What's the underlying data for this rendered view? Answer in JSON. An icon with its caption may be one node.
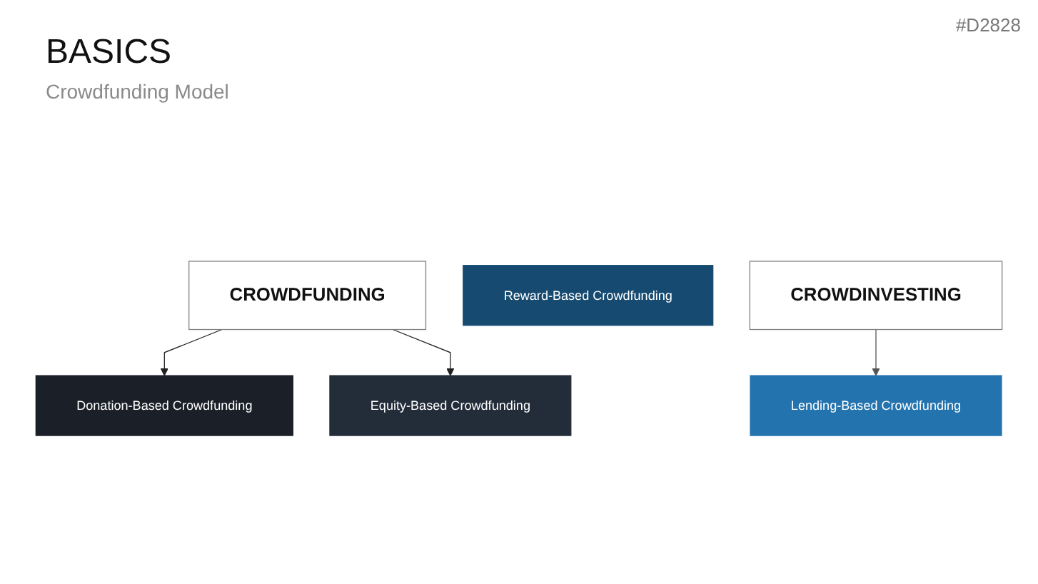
{
  "diagram": {
    "title": "BASICS",
    "nodes": [
      {
        "text": [
          "CROWDFUNDING"
        ]
      },
      {
        "text": [
          "Donation-Based Crowdfunding"
        ]
      },
      {
        "text": [
          "Equity-Based Crowdfunding"
        ]
      },
      {
        "text": [
          "Reward-Based Crowdfunding"
        ]
      },
      {
        "text": [
          "Lending-Based Crowdfunding"
        ]
      },
      {
        "text": [
          "CROWDINVESTING"
        ]
      }
    ],
    "edges": [
      {
        "from": 0,
        "to": 1,
        "arrow": "to"
      },
      {
        "from": 0,
        "to": 2,
        "arrow": "to"
      },
      {
        "from": 5,
        "to": 4,
        "arrow": "to",
        "color": "#555555"
      }
    ],
    "labels": [
      "#D2828",
      "Crowdfunding Model"
    ]
  }
}
